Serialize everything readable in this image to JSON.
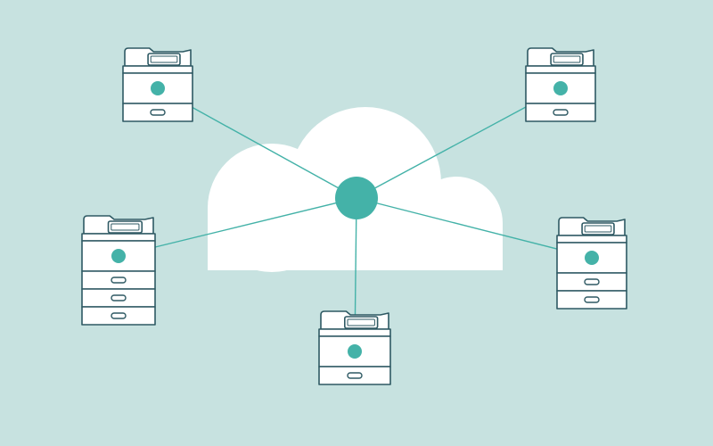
{
  "colors": {
    "background": "#c7e2e0",
    "cloud": "#ffffff",
    "outline": "#2e5963",
    "panel": "#ffffff",
    "node": "#44b2a8",
    "link": "#44b2a8"
  },
  "hub": {
    "icon": "network-hub-icon"
  },
  "cloud": {
    "icon": "cloud-icon"
  },
  "printers": [
    {
      "id": "top-left",
      "icon": "multifunction-printer-icon",
      "trays": 1
    },
    {
      "id": "top-right",
      "icon": "multifunction-printer-icon",
      "trays": 1
    },
    {
      "id": "middle-left",
      "icon": "multifunction-printer-icon",
      "trays": 3
    },
    {
      "id": "middle-right",
      "icon": "multifunction-printer-icon",
      "trays": 2
    },
    {
      "id": "bottom-center",
      "icon": "multifunction-printer-icon",
      "trays": 1
    }
  ]
}
